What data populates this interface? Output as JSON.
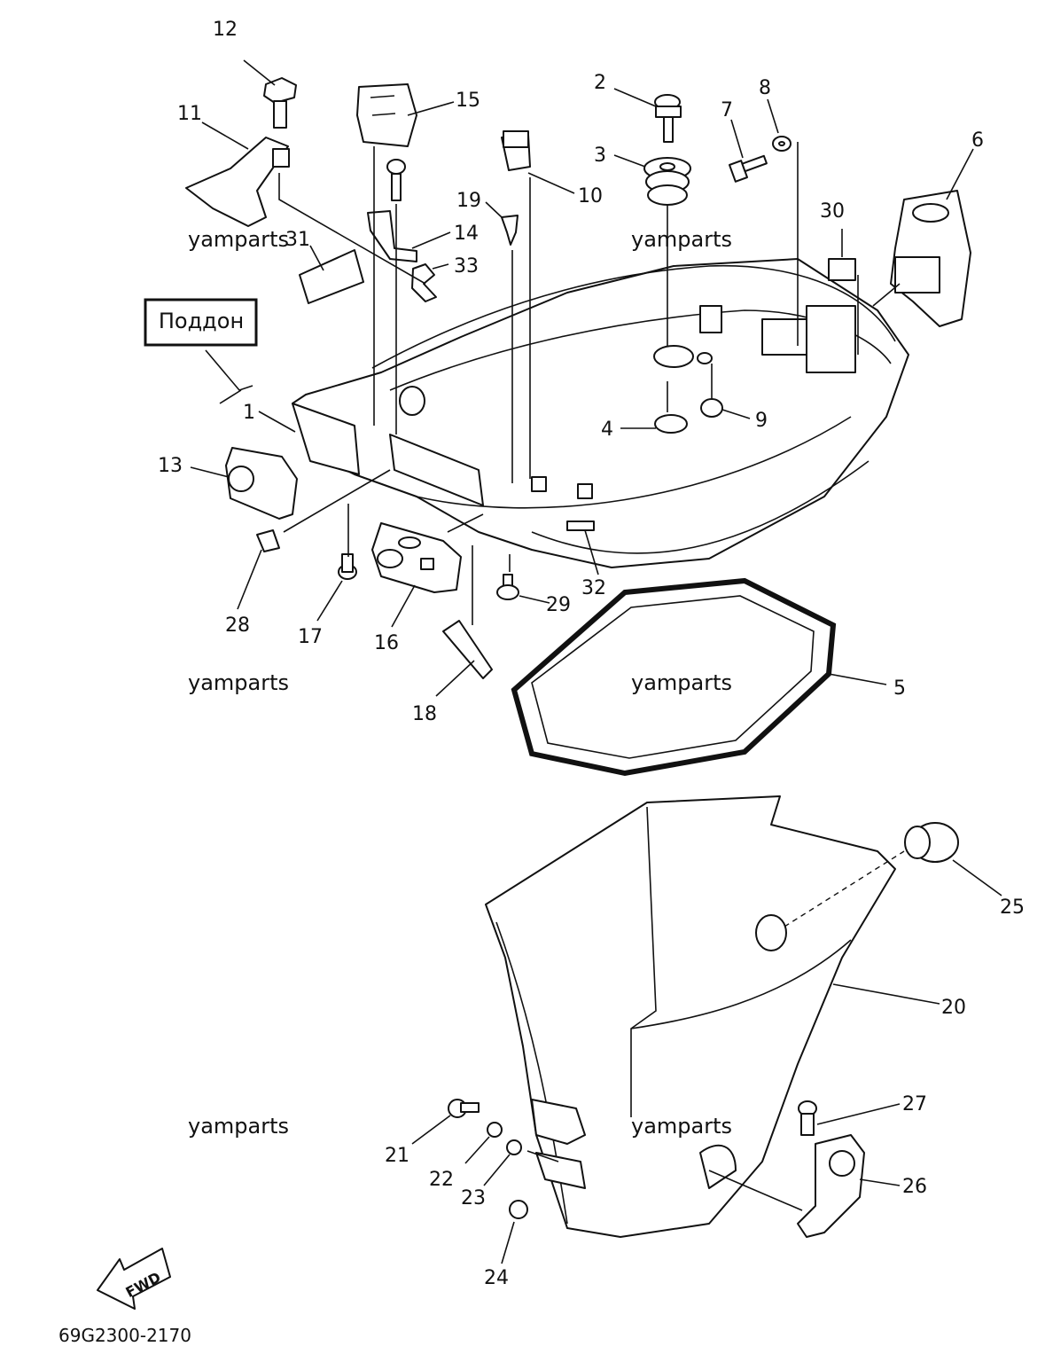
{
  "diagram": {
    "callout": "Поддон",
    "part_code": "69G2300-2170",
    "fwd_label": "FWD",
    "watermark": "yamparts",
    "part_numbers": [
      "1",
      "2",
      "3",
      "4",
      "5",
      "6",
      "7",
      "8",
      "9",
      "10",
      "11",
      "12",
      "13",
      "14",
      "15",
      "16",
      "17",
      "18",
      "19",
      "20",
      "21",
      "22",
      "23",
      "24",
      "25",
      "26",
      "27",
      "28",
      "29",
      "30",
      "31",
      "32",
      "33"
    ]
  }
}
